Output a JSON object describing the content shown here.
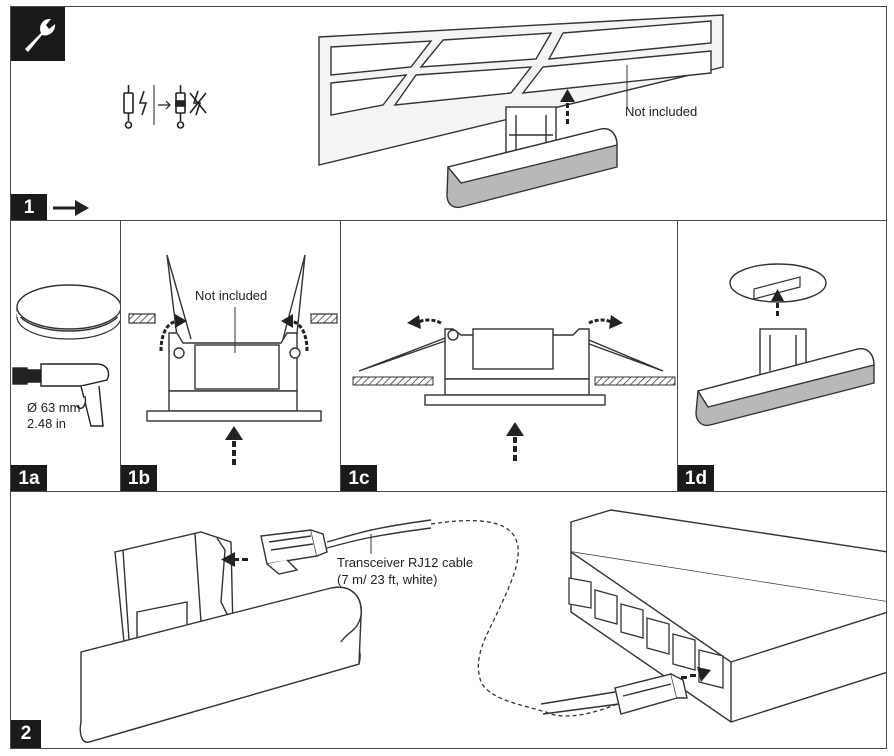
{
  "panel1": {
    "step": "1",
    "ceiling_note": "Not included",
    "icon": "wrench-icon"
  },
  "panel1a": {
    "step": "1a",
    "diameter_mm": "Ø 63 mm",
    "diameter_in": "2.48 in"
  },
  "panel1b": {
    "step": "1b",
    "note": "Not included"
  },
  "panel1c": {
    "step": "1c"
  },
  "panel1d": {
    "step": "1d"
  },
  "panel2": {
    "step": "2",
    "cable_line1": "Transceiver RJ12 cable",
    "cable_line2": "(7 m/ 23 ft, white)"
  },
  "colors": {
    "badge": "#1a1a1a",
    "line": "#333333",
    "lamp_shade": "#b8b8b8"
  }
}
